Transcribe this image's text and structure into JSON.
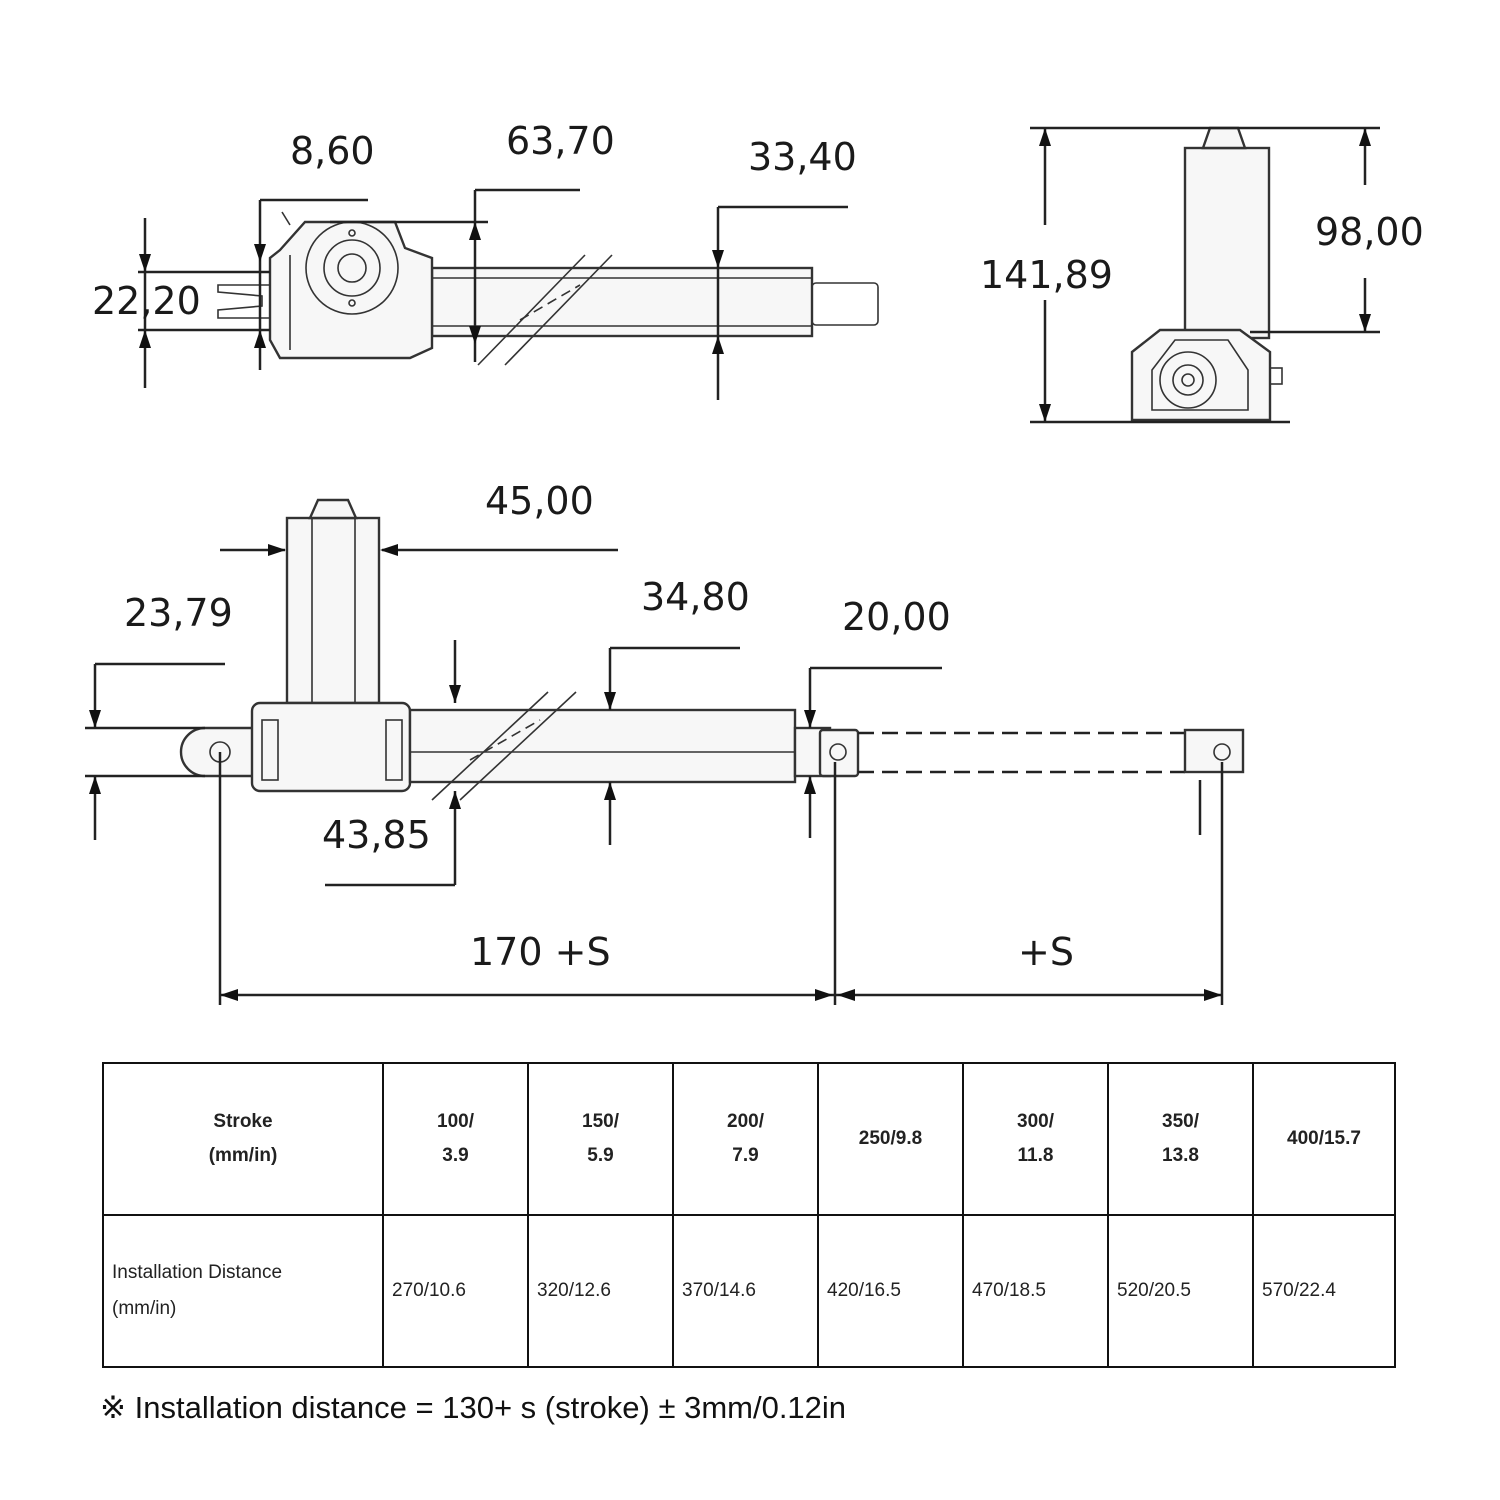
{
  "dimensions": {
    "top_view": {
      "d_8_60": "8,60",
      "d_63_70": "63,70",
      "d_33_40": "33,40",
      "d_22_20": "22,20"
    },
    "end_view": {
      "d_141_89": "141,89",
      "d_98_00": "98,00"
    },
    "side_view": {
      "d_45_00": "45,00",
      "d_23_79": "23,79",
      "d_34_80": "34,80",
      "d_20_00": "20,00",
      "d_43_85": "43,85",
      "len_retracted": "170 +S",
      "len_stroke": "+S"
    }
  },
  "table": {
    "header_label": [
      "Stroke",
      "(mm/in)"
    ],
    "row_label": [
      "Installation Distance",
      "(mm/in)"
    ],
    "strokes": [
      {
        "lines": [
          "100/",
          "3.9"
        ],
        "install": "270/10.6"
      },
      {
        "lines": [
          "150/",
          "5.9"
        ],
        "install": "320/12.6"
      },
      {
        "lines": [
          "200/",
          "7.9"
        ],
        "install": "370/14.6"
      },
      {
        "lines": [
          "250/9.8"
        ],
        "install": "420/16.5"
      },
      {
        "lines": [
          "300/",
          "11.8"
        ],
        "install": "470/18.5"
      },
      {
        "lines": [
          "350/",
          "13.8"
        ],
        "install": "520/20.5"
      },
      {
        "lines": [
          "400/15.7"
        ],
        "install": "570/22.4"
      }
    ]
  },
  "note": {
    "symbol": "※",
    "text": "Installation distance = 130+ s (stroke) ± 3mm/0.12in"
  }
}
